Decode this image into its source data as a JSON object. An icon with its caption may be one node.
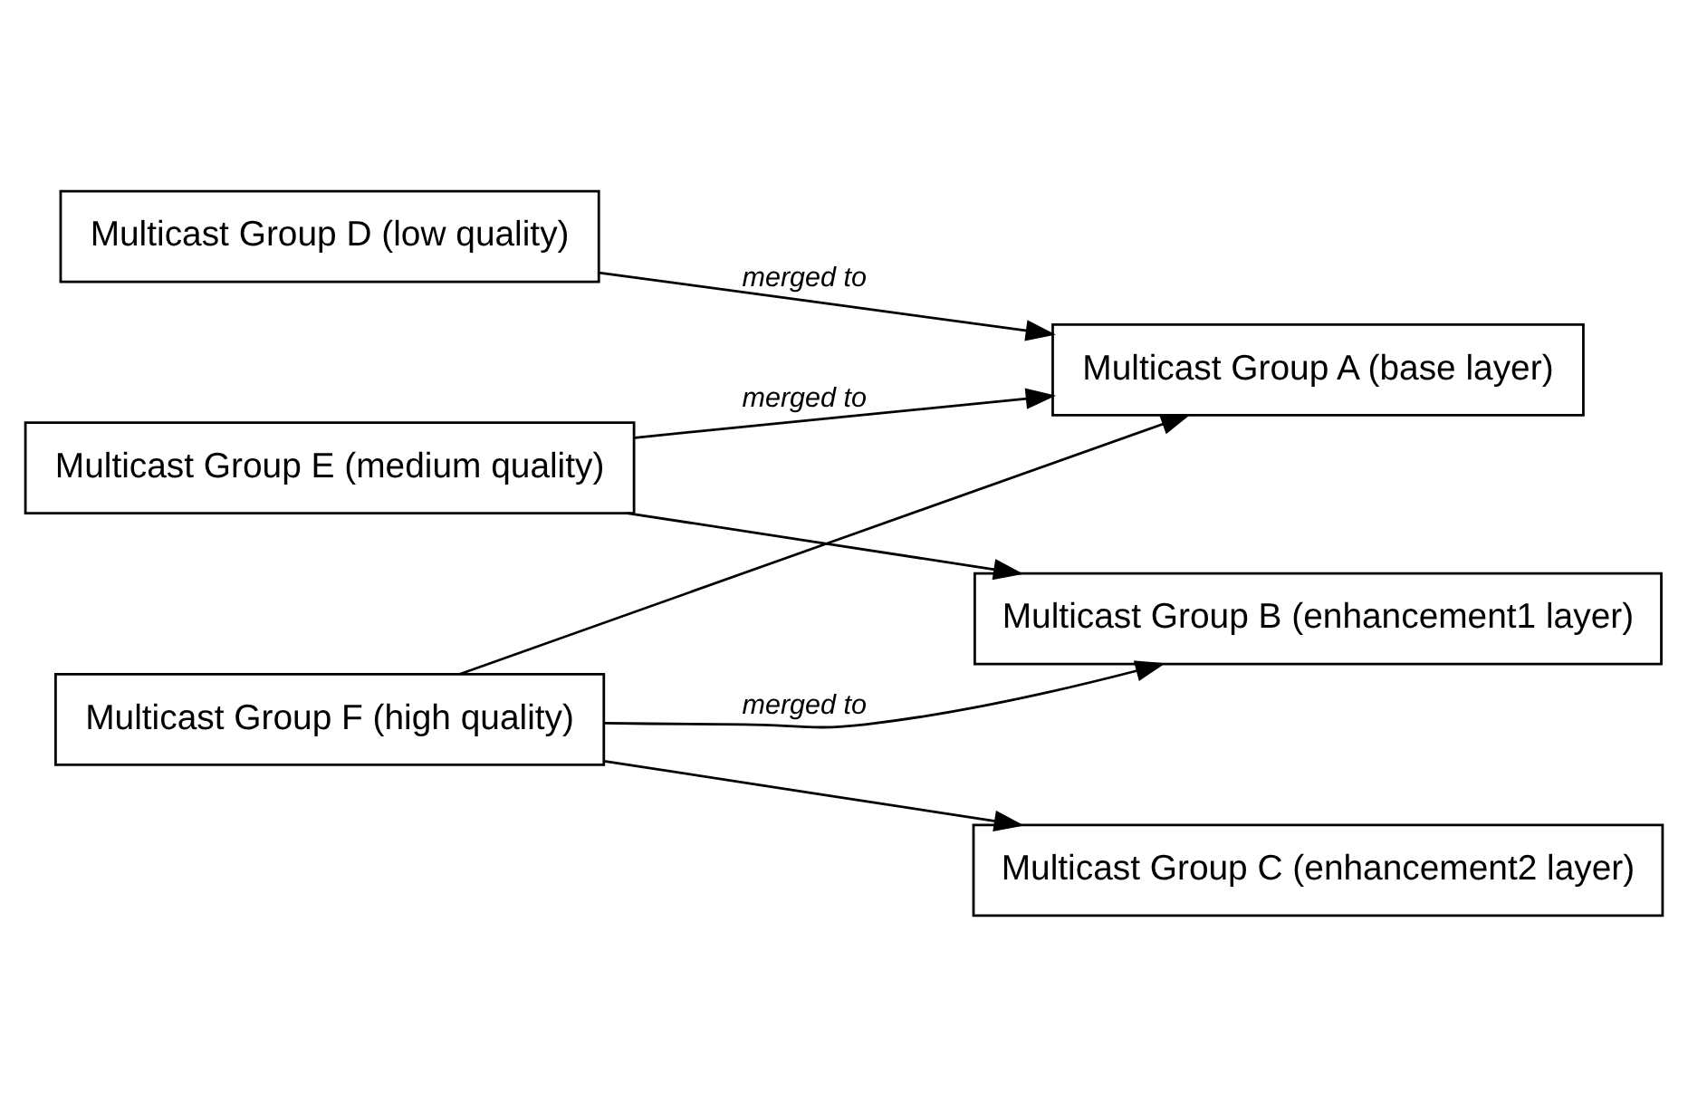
{
  "diagram": {
    "nodes": [
      {
        "text": [
          "Multicast Group D (low quality)"
        ]
      },
      {
        "text": [
          "Multicast Group A (base layer)"
        ]
      },
      {
        "text": [
          "Multicast Group E (medium quality)"
        ]
      },
      {
        "text": [
          "Multicast Group B (enhancement1 layer)"
        ]
      },
      {
        "text": [
          "Multicast Group F (high quality)"
        ]
      },
      {
        "text": [
          "Multicast Group C (enhancement2 layer)"
        ]
      }
    ],
    "edges": [
      {
        "from": 0,
        "to": 1,
        "arrow": "to",
        "label": "merged to"
      },
      {
        "from": 2,
        "to": 1,
        "arrow": "to",
        "label": "merged to"
      },
      {
        "from": 2,
        "to": 3,
        "arrow": "to"
      },
      {
        "from": 4,
        "to": 1,
        "arrow": "to"
      },
      {
        "from": 4,
        "to": 3,
        "arrow": "to",
        "label": "merged to"
      },
      {
        "from": 4,
        "to": 5,
        "arrow": "to"
      }
    ]
  }
}
